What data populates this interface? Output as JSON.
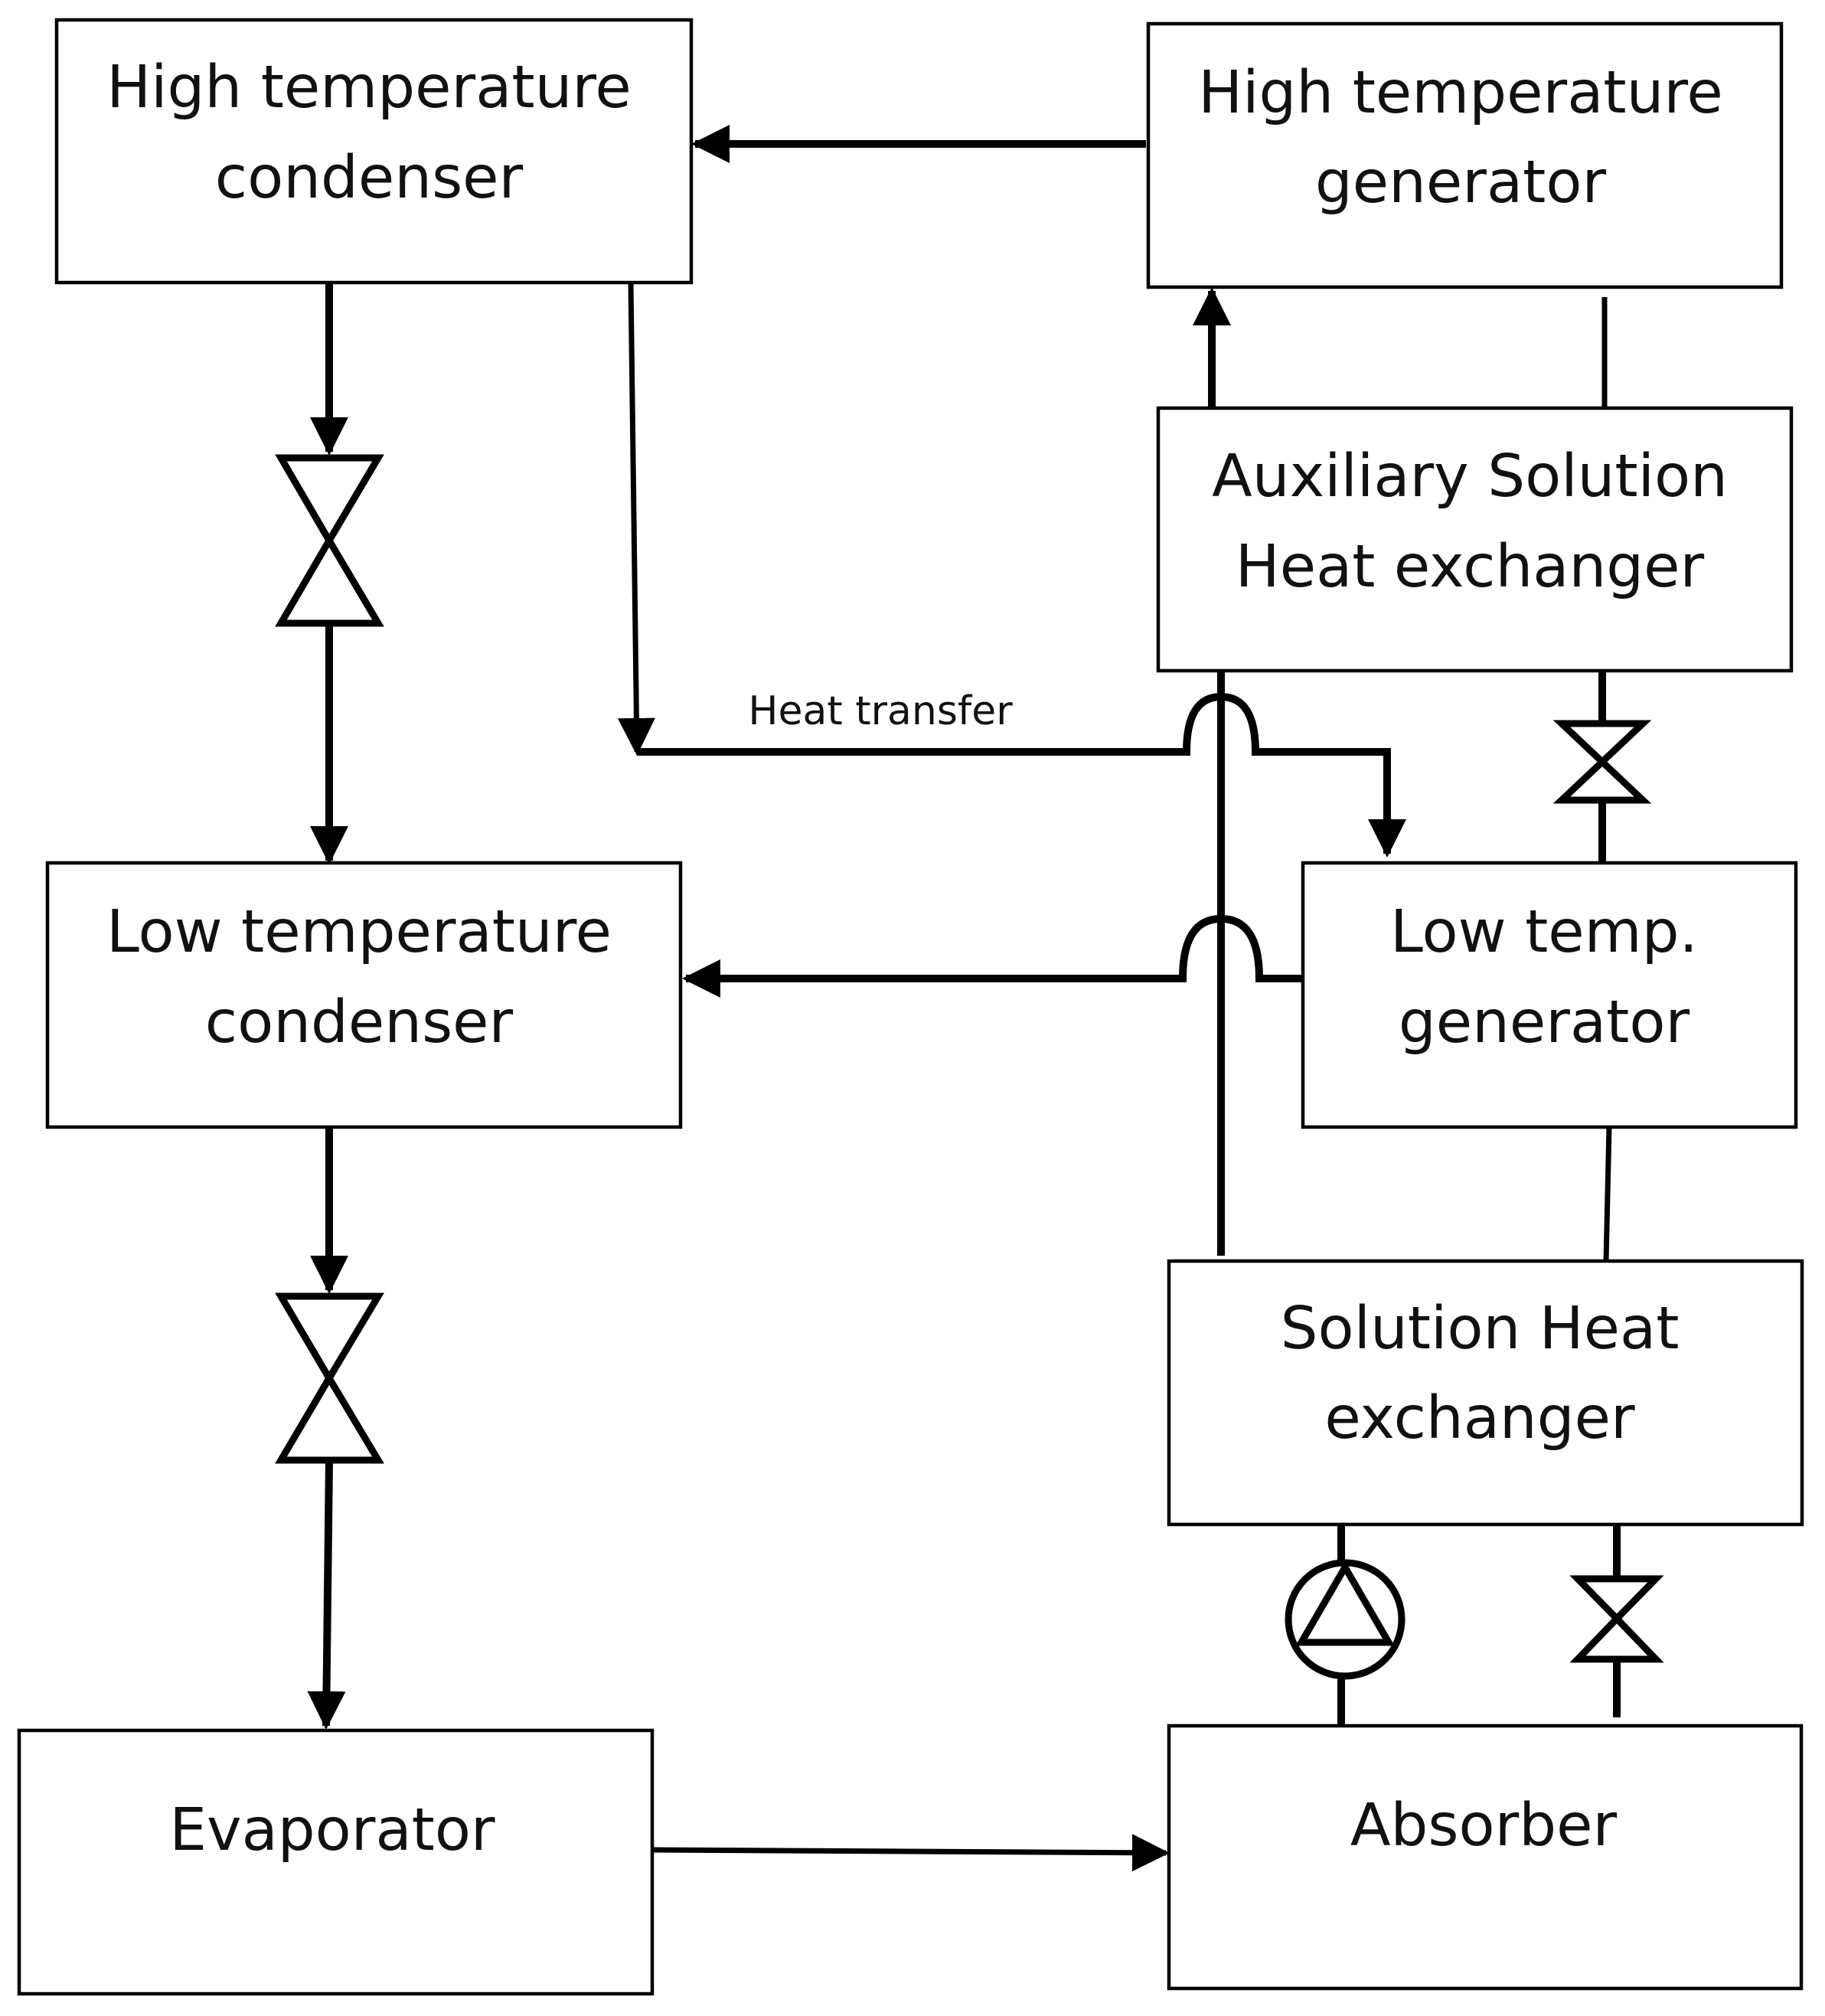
{
  "components": {
    "ht_condenser": {
      "line1": "High temperature",
      "line2": "condenser"
    },
    "ht_generator": {
      "line1": "High temperature",
      "line2": "generator"
    },
    "aux_shx": {
      "line1": "Auxiliary Solution",
      "line2": "Heat exchanger"
    },
    "lt_condenser": {
      "line1": "Low temperature",
      "line2": "condenser"
    },
    "lt_generator": {
      "line1": "Low temp.",
      "line2": "generator"
    },
    "shx": {
      "line1": "Solution Heat",
      "line2": "exchanger"
    },
    "evaporator": {
      "line1": "Evaporator"
    },
    "absorber": {
      "line1": "Absorber"
    }
  },
  "annotations": {
    "heat_transfer": "Heat transfer"
  }
}
